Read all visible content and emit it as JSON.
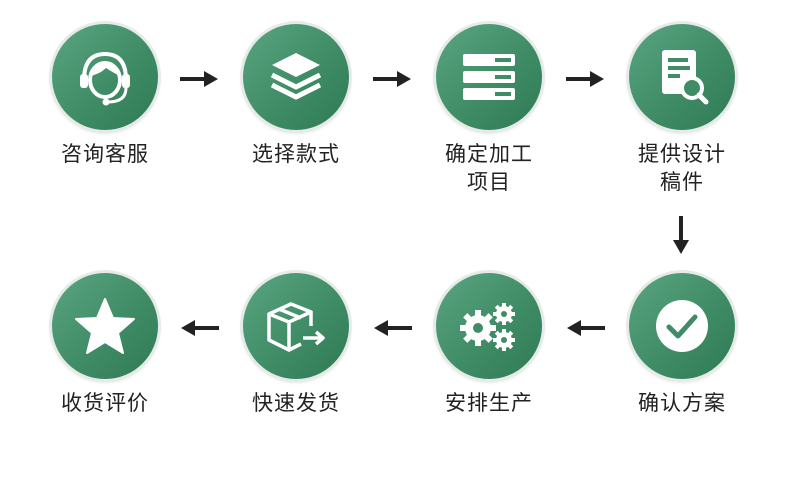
{
  "steps": [
    {
      "label": "咨询客服",
      "icon": "headset-icon"
    },
    {
      "label": "选择款式",
      "icon": "layers-icon"
    },
    {
      "label_line1": "确定加工",
      "label_line2": "项目",
      "icon": "list-icon"
    },
    {
      "label_line1": "提供设计",
      "label_line2": "稿件",
      "icon": "document-search-icon"
    },
    {
      "label": "确认方案",
      "icon": "check-circle-icon"
    },
    {
      "label": "安排生产",
      "icon": "gears-icon"
    },
    {
      "label": "快速发货",
      "icon": "box-arrow-icon"
    },
    {
      "label": "收货评价",
      "icon": "star-icon"
    }
  ],
  "colors": {
    "circle": "#3f8c66",
    "arrow": "#222222",
    "text": "#222222"
  }
}
